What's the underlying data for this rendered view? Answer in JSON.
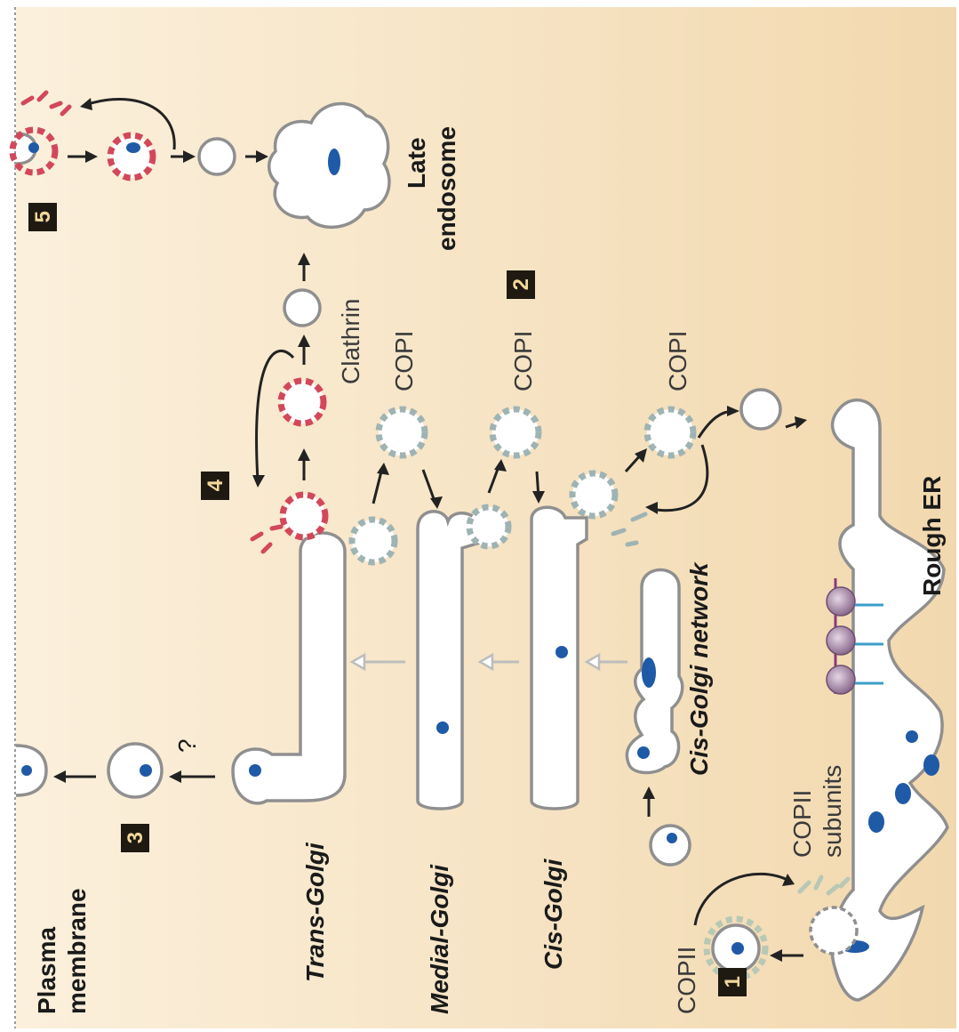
{
  "diagram": {
    "title": "",
    "labels": {
      "plasma_membrane_1": "Plasma",
      "plasma_membrane_2": "membrane",
      "trans_golgi": "Trans-Golgi",
      "medial_golgi": "Medial-Golgi",
      "cis_golgi": "Cis-Golgi",
      "cis_golgi_network": "Cis-Golgi network",
      "rough_er": "Rough ER",
      "late_endosome_1": "Late",
      "late_endosome_2": "endosome",
      "copii_1": "COPII",
      "copii_subunits_1": "COPII",
      "copii_subunits_2": "subunits",
      "copi_1": "COPI",
      "copi_2": "COPI",
      "copi_3": "COPI",
      "clathrin": "Clathrin",
      "question_mark": "?"
    },
    "steps": [
      "1",
      "2",
      "3",
      "4",
      "5"
    ],
    "colors": {
      "background": "#f6dfb8",
      "membrane_stroke": "#8f8f8f",
      "cargo": "#1f5aa6",
      "copi_coat": "#9fb3b3",
      "copii_coat": "#b7c8b4",
      "clathrin_coat": "#d2485a",
      "step_badge": "#1e1a12"
    }
  }
}
